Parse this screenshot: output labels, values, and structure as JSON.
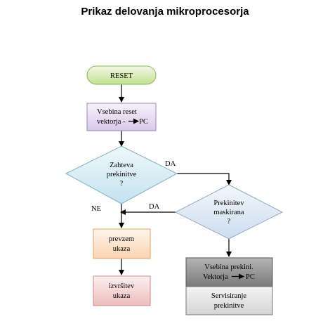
{
  "title": "Prikaz delovanja mikroprocesorja",
  "nodes": {
    "reset": {
      "label": "RESET"
    },
    "vector": {
      "line1": "Vsebina reset",
      "line2": "vektorja  -",
      "line3": "PC"
    },
    "request": {
      "line1": "Zahteva",
      "line2": "prekinitve",
      "line3": "?"
    },
    "masked": {
      "line1": "Prekinitev",
      "line2": "maskirana",
      "line3": "?"
    },
    "fetch": {
      "line1": "prevzem",
      "line2": "ukaza"
    },
    "execute": {
      "line1": "izvršitev",
      "line2": "ukaza"
    },
    "int_vector": {
      "line1": "Vsebina prekini.",
      "line2": "Vektorja",
      "line3": "PC"
    },
    "service": {
      "line1": "Servisiranje",
      "line2": "prekinitve"
    }
  },
  "edges": {
    "request_yes": "DA",
    "request_no": "NE",
    "masked_yes": "DA"
  },
  "colors": {
    "reset": "#d6ecb4",
    "vector": "#e6dcf0",
    "decision": "#d6ebf2",
    "fetch": "#fbe0c6",
    "execute": "#f4d2d2",
    "int_vector": "#8c8c8c",
    "service": "#e4e4e4"
  }
}
